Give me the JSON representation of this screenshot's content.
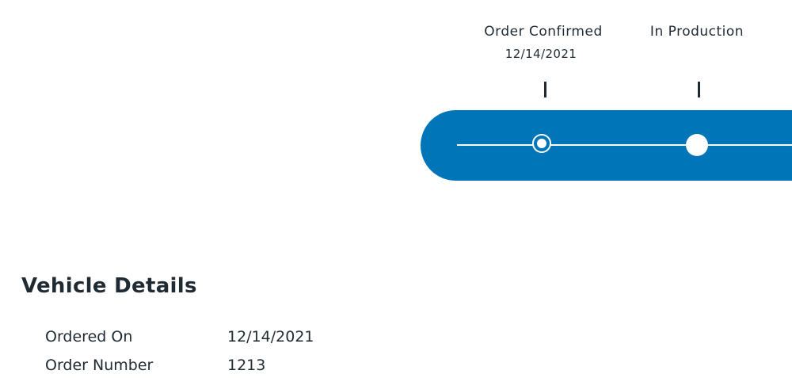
{
  "tracker": {
    "steps": [
      {
        "label": "Order Confirmed",
        "date": "12/14/2021",
        "state": "current"
      },
      {
        "label": "In Production",
        "date": "",
        "state": "upcoming"
      }
    ],
    "track_color": "#0075b8"
  },
  "vehicle_details": {
    "title": "Vehicle Details",
    "rows": [
      {
        "label": "Ordered On",
        "value": "12/14/2021"
      },
      {
        "label": "Order Number",
        "value": "1213"
      }
    ]
  }
}
